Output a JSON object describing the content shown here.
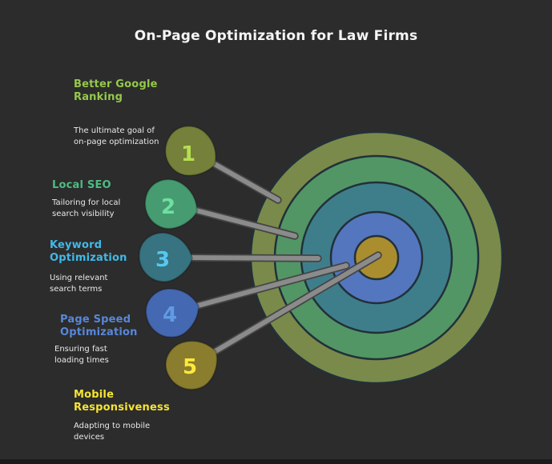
{
  "title": "On-Page Optimization for Law Firms",
  "colors": {
    "background": "#2c2c2c",
    "bottom_bar": "#1b1b1b",
    "title": "#f5f5f5",
    "description": "#e9e9e9"
  },
  "items": [
    {
      "number": "1",
      "label": "Better Google Ranking",
      "description": "The ultimate goal of on-page optimization",
      "label_color": "#94c94b",
      "blob_color": "#75803a",
      "number_color": "#b5df52"
    },
    {
      "number": "2",
      "label": "Local SEO",
      "description": "Tailoring for local search visibility",
      "label_color": "#4dbc83",
      "blob_color": "#469c70",
      "number_color": "#6fdfa2"
    },
    {
      "number": "3",
      "label": "Keyword Optimization",
      "description": "Using relevant search terms",
      "label_color": "#41b9e8",
      "blob_color": "#377380",
      "number_color": "#55c9f2"
    },
    {
      "number": "4",
      "label": "Page Speed Optimization",
      "description": "Ensuring fast loading times",
      "label_color": "#5787da",
      "blob_color": "#4468b2",
      "number_color": "#619be2"
    },
    {
      "number": "5",
      "label": "Mobile Responsiveness",
      "description": "Adapting to mobile devices",
      "label_color": "#f6e433",
      "blob_color": "#8a7d2e",
      "number_color": "#ffe93a"
    }
  ],
  "target": {
    "rings": [
      "#7a8a4a",
      "#529665",
      "#3e7e8a",
      "#5476be",
      "#aa8d2e"
    ],
    "ring_border": "#22303a",
    "connector_color": "#8b8b8b",
    "connector_border": "#454545"
  }
}
